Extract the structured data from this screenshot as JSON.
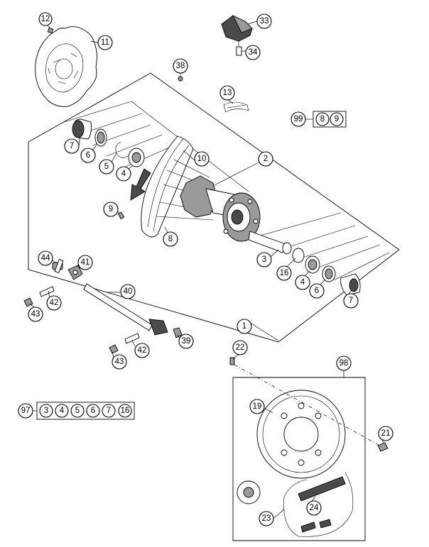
{
  "callouts": {
    "c1": "1",
    "c2": "2",
    "c3": "3",
    "c4a": "4",
    "c4b": "4",
    "c5": "5",
    "c6a": "6",
    "c6b": "6",
    "c7a": "7",
    "c7b": "7",
    "c8": "8",
    "c9": "9",
    "c10": "10",
    "c11": "11",
    "c12": "12",
    "c13": "13",
    "c16": "16",
    "c19": "19",
    "c21": "21",
    "c22": "22",
    "c23": "23",
    "c24": "24",
    "c33": "33",
    "c34": "34",
    "c38": "38",
    "c39": "39",
    "c40": "40",
    "c41": "41",
    "c42a": "42",
    "c42b": "42",
    "c43a": "43",
    "c43b": "43",
    "c44": "44",
    "c98": "98"
  },
  "kit_99": {
    "label": "99",
    "items": [
      "8",
      "9"
    ]
  },
  "kit_97": {
    "label": "97",
    "items": [
      "3",
      "4",
      "5",
      "6",
      "7",
      "16"
    ]
  }
}
